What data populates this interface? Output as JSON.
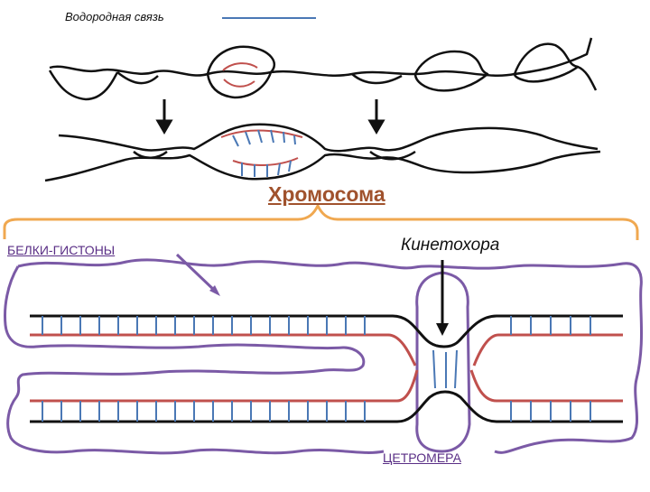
{
  "legend": {
    "hydrogen_bond_label": "Водородная связь",
    "hydrogen_bond_color": "#4a78b5"
  },
  "labels": {
    "chromosome": "Хромосома",
    "histones": "БЕЛКИ-ГИСТОНЫ",
    "kinetochore": "Кинетохора",
    "centromere": "ЦЕТРОМЕРА"
  },
  "colors": {
    "dna_strand": "#111111",
    "new_strand": "#c0504d",
    "histone_protein": "#7b5aa6",
    "brace": "#f0a850",
    "chromosome_title": "#a0522d"
  }
}
